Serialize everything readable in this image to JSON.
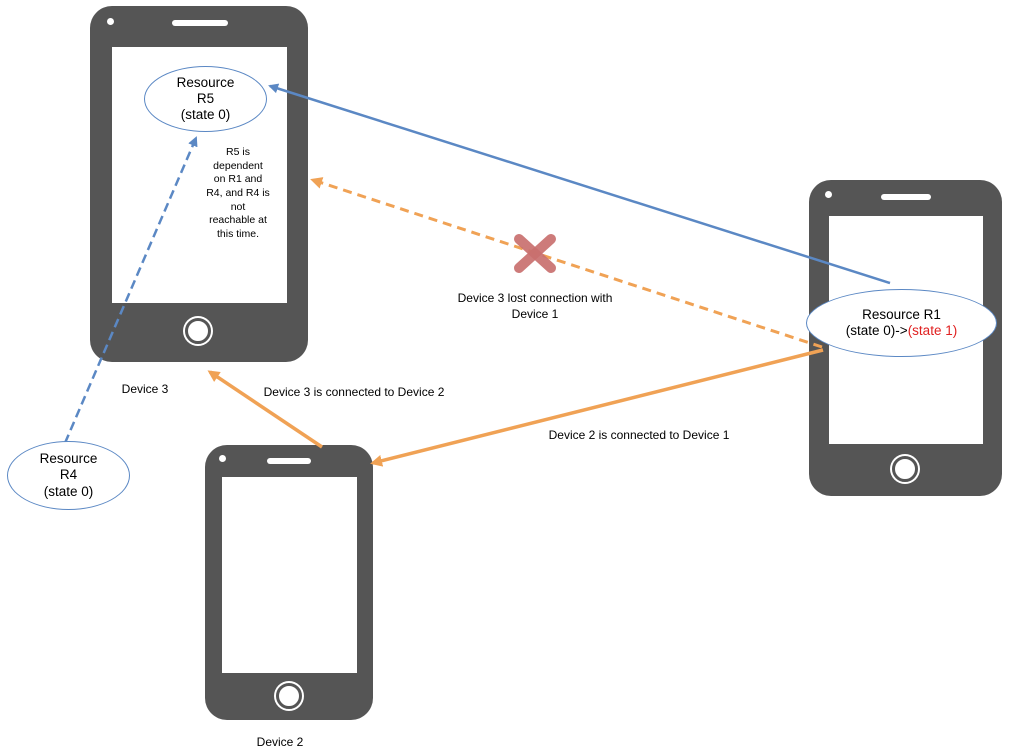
{
  "devices": {
    "device3": {
      "label": "Device 3"
    },
    "device2": {
      "label": "Device 2"
    }
  },
  "resources": {
    "r5": {
      "line1": "Resource",
      "line2": "R5",
      "line3": "(state 0)"
    },
    "r4": {
      "line1": "Resource",
      "line2": "R4",
      "line3": "(state 0)"
    },
    "r1": {
      "line1": "Resource R1",
      "state_from": "(state 0)->",
      "state_to": "(state 1)"
    }
  },
  "notes": {
    "r5_dependency": [
      "R5 is",
      "dependent",
      "on R1 and",
      "R4, and R4 is",
      "not",
      "reachable at",
      "this time."
    ]
  },
  "connections": {
    "lost": [
      "Device 3 lost connection with",
      "Device 1"
    ],
    "d3_d2": "Device 3 is connected to Device 2",
    "d2_d1": "Device 2 is connected to Device 1"
  },
  "colors": {
    "phone_body": "#555555",
    "resource_outline": "#5b88c4",
    "dependency_arrow": "#5b88c4",
    "connection_arrow": "#f0a255",
    "broken_x": "#d96a6a",
    "state_highlight": "#e02020"
  },
  "icons": {
    "broken_link": "x-mark-icon"
  }
}
